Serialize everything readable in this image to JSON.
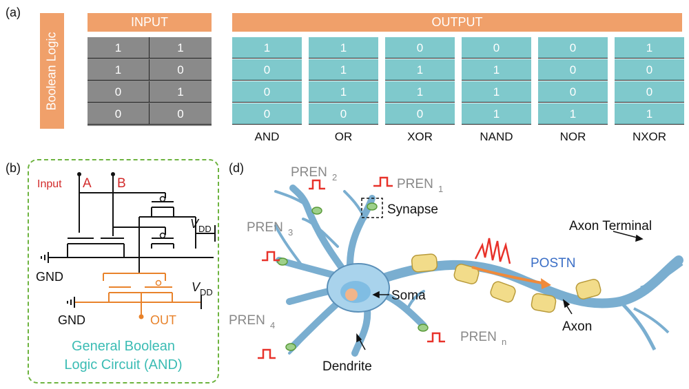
{
  "panels": {
    "a": "(a)",
    "b": "(b)",
    "d": "(d)"
  },
  "table": {
    "side_label": "Boolean Logic",
    "input_header": "INPUT",
    "output_header": "OUTPUT",
    "input_rows": [
      [
        "1",
        "1"
      ],
      [
        "1",
        "0"
      ],
      [
        "0",
        "1"
      ],
      [
        "0",
        "0"
      ]
    ],
    "gates": [
      {
        "name": "AND",
        "values": [
          "1",
          "0",
          "0",
          "0"
        ]
      },
      {
        "name": "OR",
        "values": [
          "1",
          "1",
          "1",
          "0"
        ]
      },
      {
        "name": "XOR",
        "values": [
          "0",
          "1",
          "1",
          "0"
        ]
      },
      {
        "name": "NAND",
        "values": [
          "0",
          "1",
          "1",
          "1"
        ]
      },
      {
        "name": "NOR",
        "values": [
          "0",
          "0",
          "0",
          "1"
        ]
      },
      {
        "name": "NXOR",
        "values": [
          "1",
          "0",
          "0",
          "1"
        ]
      }
    ],
    "colors": {
      "header": "#f0a06a",
      "input": "#8a8a8a",
      "output": "#7fc9cc"
    }
  },
  "circuit": {
    "input_label": "Input",
    "a_label": "A",
    "b_label": "B",
    "vdd": "V",
    "vdd_sub": "DD",
    "gnd": "GND",
    "out": "OUT",
    "caption_line1": "General Boolean",
    "caption_line2": "Logic Circuit (AND)",
    "colors": {
      "red": "#d22a2a",
      "orange": "#e8822a",
      "teal": "#3bbcb4",
      "border": "#6db33f"
    }
  },
  "neuron": {
    "pren1": "PREN",
    "pren1_sub": "1",
    "pren2": "PREN",
    "pren2_sub": "2",
    "pren3": "PREN",
    "pren3_sub": "3",
    "pren4": "PREN",
    "pren4_sub": "4",
    "prenn": "PREN",
    "prenn_sub": "n",
    "synapse": "Synapse",
    "soma": "Soma",
    "dendrite": "Dendrite",
    "axon": "Axon",
    "axon_terminal": "Axon Terminal",
    "postn": "POSTN",
    "colors": {
      "neuron": "#a9d3ec",
      "myelin": "#f2dc8a",
      "postn": "#3a6ec6",
      "spike": "#e8322a",
      "arrow": "#f08a3a"
    }
  }
}
